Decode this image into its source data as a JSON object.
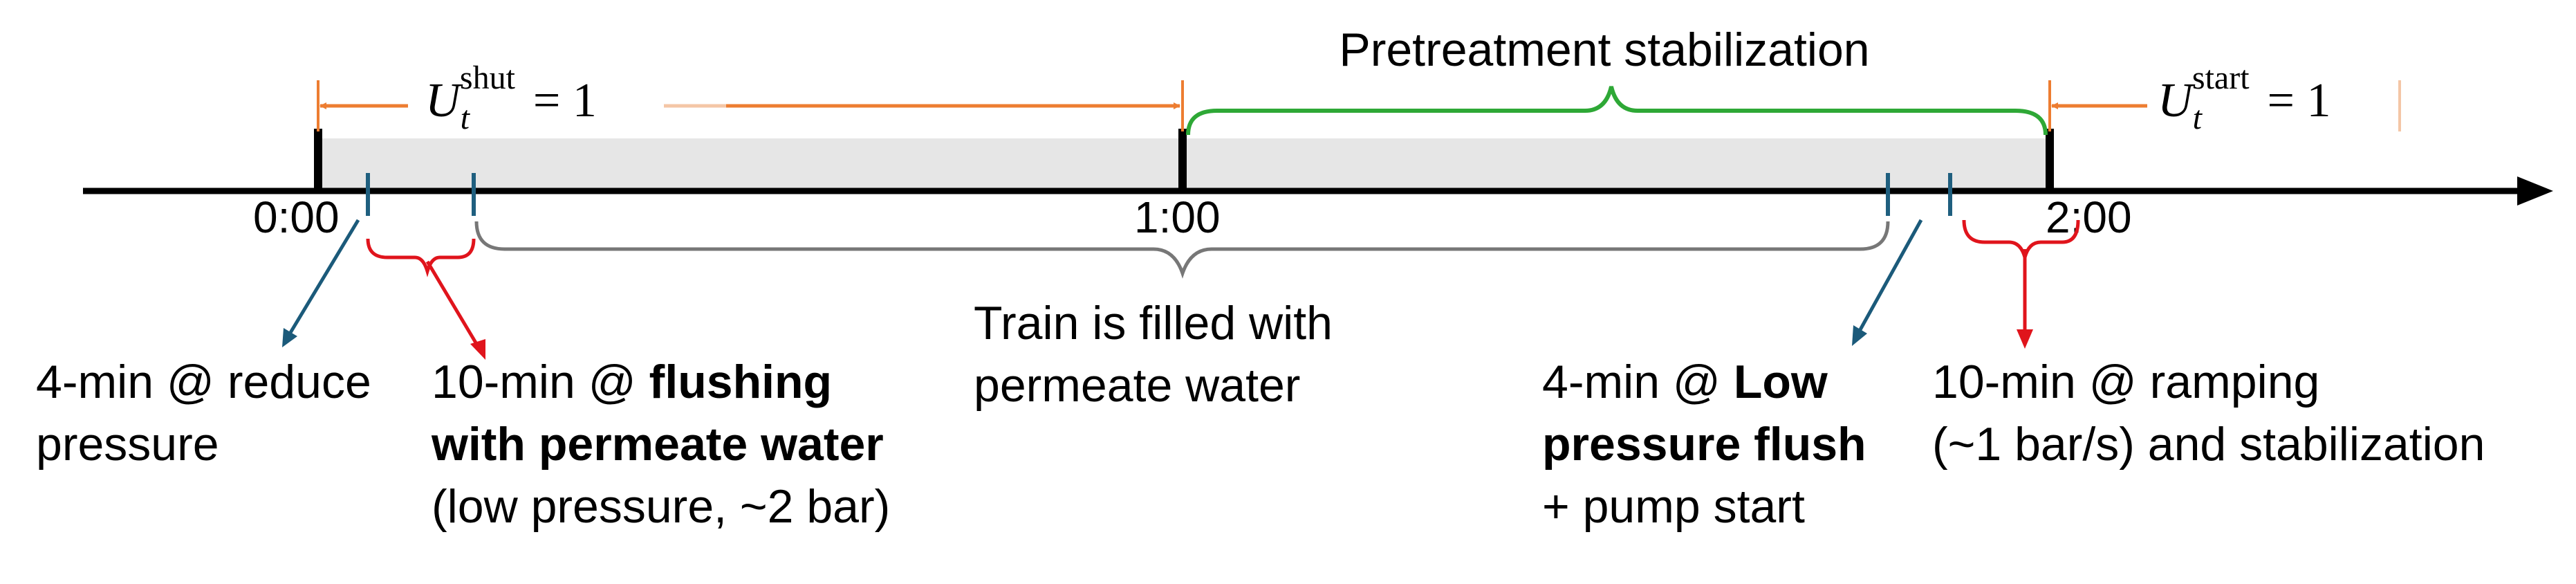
{
  "colors": {
    "timeline": "#000000",
    "shaded_band": "#e6e6e6",
    "shutdown_arrow": "#ed7d31",
    "stabilization_brace": "#2ea836",
    "flush_brace": "#777777",
    "tick_blue": "#1f5f7f",
    "pointer_blue": "#1b5a7a",
    "pointer_red": "#e0141c"
  },
  "times": {
    "t0": "0:00",
    "t1": "1:00",
    "t2": "2:00"
  },
  "intervals": {
    "shutdown": {
      "var": "U",
      "sub": "t",
      "sup": "shut",
      "eq": "= 1"
    },
    "stabilization": {
      "label": "Pretreatment stabilization"
    },
    "startup": {
      "var": "U",
      "sub": "t",
      "sup": "start",
      "eq": "= 1"
    }
  },
  "middle_note": {
    "line1": "Train is filled with",
    "line2": "permeate water"
  },
  "steps": {
    "reduce": {
      "line1": "4-min @ reduce",
      "line2": "pressure"
    },
    "flushing": {
      "line1_prefix": "10-min @ ",
      "line1_bold": "flushing",
      "line2_bold": "with permeate water",
      "line3": "(low pressure, ~2 bar)"
    },
    "low_flush": {
      "line1_prefix": "4-min @ ",
      "line1_bold": "Low",
      "line2_bold": "pressure flush",
      "line3": "+ pump start"
    },
    "ramping": {
      "line1": "10-min @ ramping",
      "line2": "(~1 bar/s) and stabilization"
    }
  }
}
